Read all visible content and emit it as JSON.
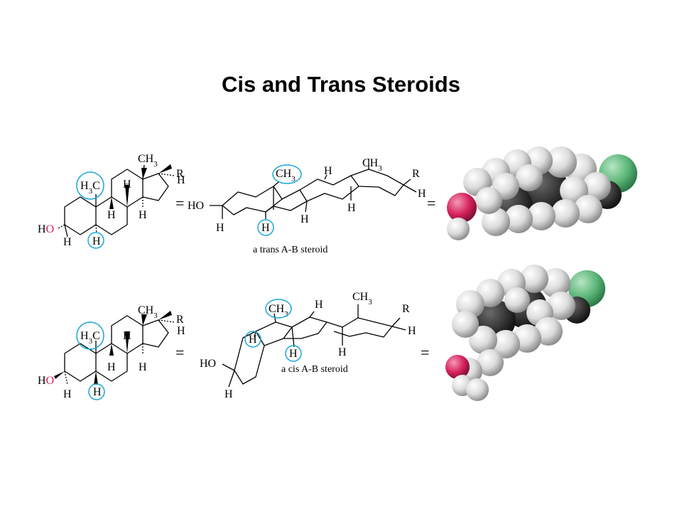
{
  "title": "Cis and Trans Steroids",
  "colors": {
    "highlight": "#1aa6d6",
    "oxygen": "#d6215b",
    "r_group": "#2f8f5a"
  },
  "labels": {
    "ch3": "CH",
    "sub3": "3",
    "h3c_h": "H",
    "h3c_c": "C",
    "h": "H",
    "ho": "HO",
    "h_of_ho": "H",
    "o_of_ho": "O",
    "r": "R",
    "eq": "="
  },
  "captions": {
    "trans": "a trans A-B steroid",
    "cis": "a cis A-B steroid"
  },
  "models": {
    "trans": {
      "icon": "space-filling-model-icon"
    },
    "cis": {
      "icon": "space-filling-model-icon"
    }
  }
}
